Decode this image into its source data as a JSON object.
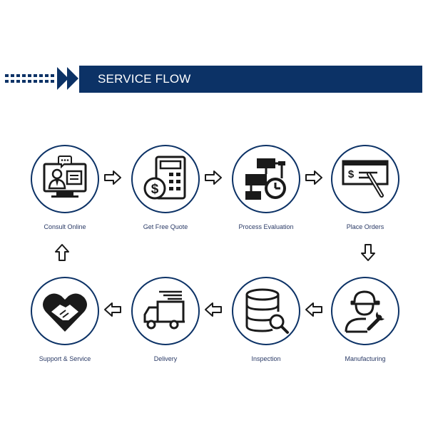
{
  "header": {
    "title": "SERVICE FLOW"
  },
  "colors": {
    "brand_navy": "#0c3266",
    "icon_dark": "#1a1a1a",
    "label_text": "#2a3a66"
  },
  "steps": [
    {
      "label": "Consult Online",
      "icon": "online-consult-icon"
    },
    {
      "label": "Get Free Quote",
      "icon": "calculator-quote-icon"
    },
    {
      "label": "Process Evaluation",
      "icon": "process-flowchart-icon"
    },
    {
      "label": "Place Orders",
      "icon": "check-signing-icon"
    },
    {
      "label": "Manufacturing",
      "icon": "worker-wrench-icon"
    },
    {
      "label": "Inspection",
      "icon": "database-search-icon"
    },
    {
      "label": "Delivery",
      "icon": "delivery-truck-icon"
    },
    {
      "label": "Support & Service",
      "icon": "handshake-heart-icon"
    }
  ]
}
